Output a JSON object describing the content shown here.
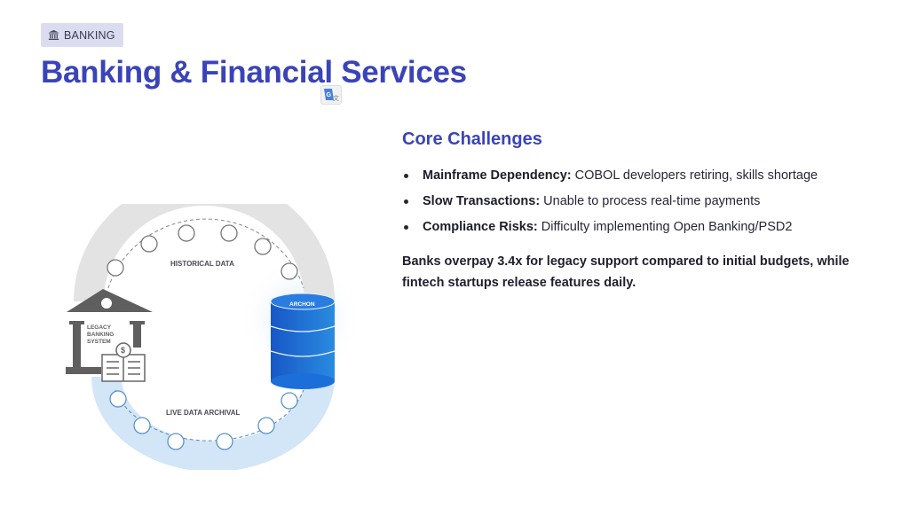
{
  "badge": {
    "icon": "bank-icon",
    "label": "BANKING"
  },
  "header": {
    "title": "Banking & Financial Services"
  },
  "translate_widget": {
    "icon": "google-translate-icon"
  },
  "content": {
    "section_title": "Core Challenges",
    "challenges": [
      {
        "label": "Mainframe Dependency:",
        "text": " COBOL developers retiring, skills shortage"
      },
      {
        "label": "Slow Transactions:",
        "text": " Unable to process real-time payments"
      },
      {
        "label": "Compliance Risks:",
        "text": " Difficulty implementing Open Banking/PSD2"
      }
    ],
    "summary": "Banks overpay 3.4x for legacy support compared to initial budgets, while fintech startups release features daily."
  },
  "diagram": {
    "source_label_lines": [
      "LEGACY",
      "BANKING",
      "SYSTEM"
    ],
    "top_arc_label": "HISTORICAL DATA",
    "bottom_arc_label": "LIVE DATA ARCHIVAL",
    "database_logo": "ARCHON",
    "colors": {
      "accent": "#3a44b8",
      "top_arc": "#e3e3e3",
      "bottom_arc": "#cfe4f6",
      "database": "#1f6fd1",
      "building": "#5f5f5f"
    }
  }
}
